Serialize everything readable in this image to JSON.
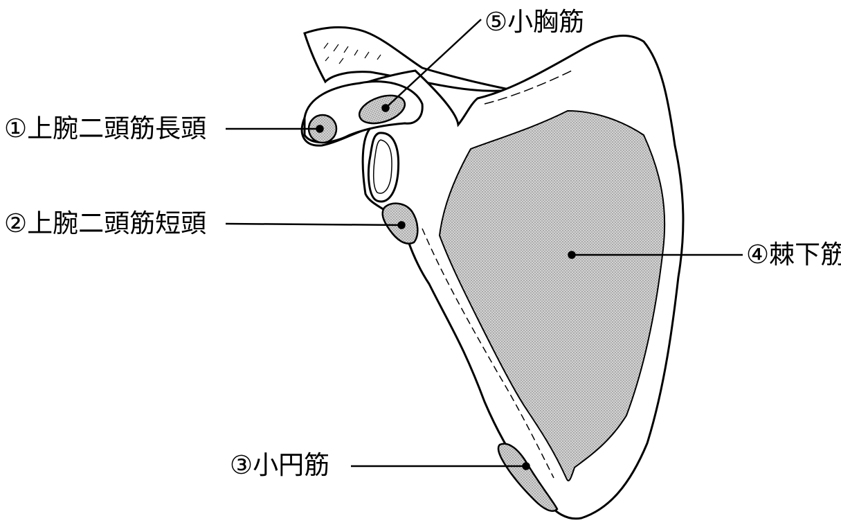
{
  "diagram": {
    "colors": {
      "bone_fill": "#ffffff",
      "outline": "#000000",
      "muscle_fill": "#c8c8c8"
    },
    "labels": [
      {
        "id": "label-1",
        "number": "①",
        "text": "上腕二頭筋長頭"
      },
      {
        "id": "label-2",
        "number": "②",
        "text": "上腕二頭筋短頭"
      },
      {
        "id": "label-3",
        "number": "③",
        "text": "小円筋"
      },
      {
        "id": "label-4",
        "number": "④",
        "text": "棘下筋"
      },
      {
        "id": "label-5",
        "number": "⑤",
        "text": "小胸筋"
      }
    ]
  }
}
